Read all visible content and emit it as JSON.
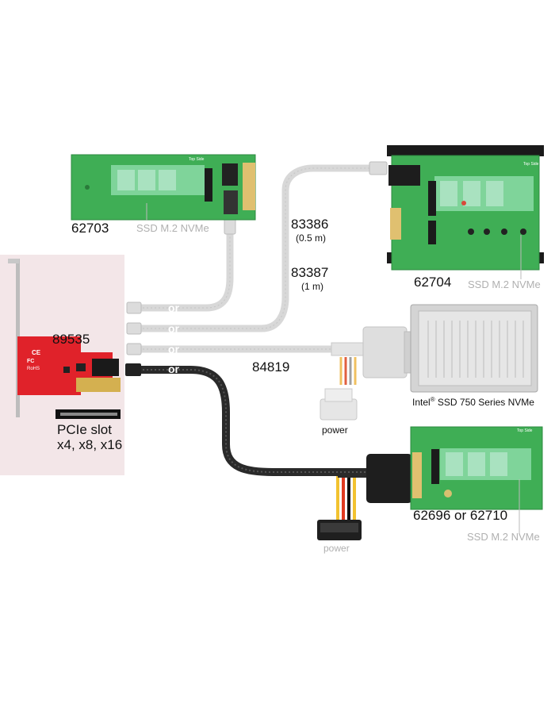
{
  "products": {
    "p62703": "62703",
    "p62704": "62704",
    "p89535": "89535",
    "p62696": "62696 or 62710"
  },
  "cables": {
    "c83386": "83386",
    "c83386_len": "(0.5 m)",
    "c83387": "83387",
    "c83387_len": "(1 m)",
    "c84819": "84819"
  },
  "labels": {
    "ssd_m2_a": "SSD M.2 NVMe",
    "ssd_m2_b": "SSD M.2 NVMe",
    "ssd_m2_c": "SSD M.2 NVMe",
    "intel_prefix": "Intel",
    "intel_reg": "®",
    "intel_suffix": " SSD 750 Series NVMe",
    "pcie_line1": "PCIe slot",
    "pcie_line2": "x4, x8, x16",
    "power_a": "power",
    "power_b": "power",
    "or1": "or",
    "or2": "or",
    "or3": "or",
    "or4": "or",
    "board_top_side_a": "Top Side",
    "board_top_side_b": "Top Side",
    "board_top_side_c": "Top Side",
    "card_ce": "CE",
    "card_fc": "FC",
    "card_rohs": "RoHS"
  },
  "colors": {
    "pcb_green": "#3fae55",
    "card_red": "#e0222a",
    "cable_black": "#2a2a2a",
    "cable_grey": "#d6d6d6",
    "background_pink": "#f3e6e8"
  }
}
